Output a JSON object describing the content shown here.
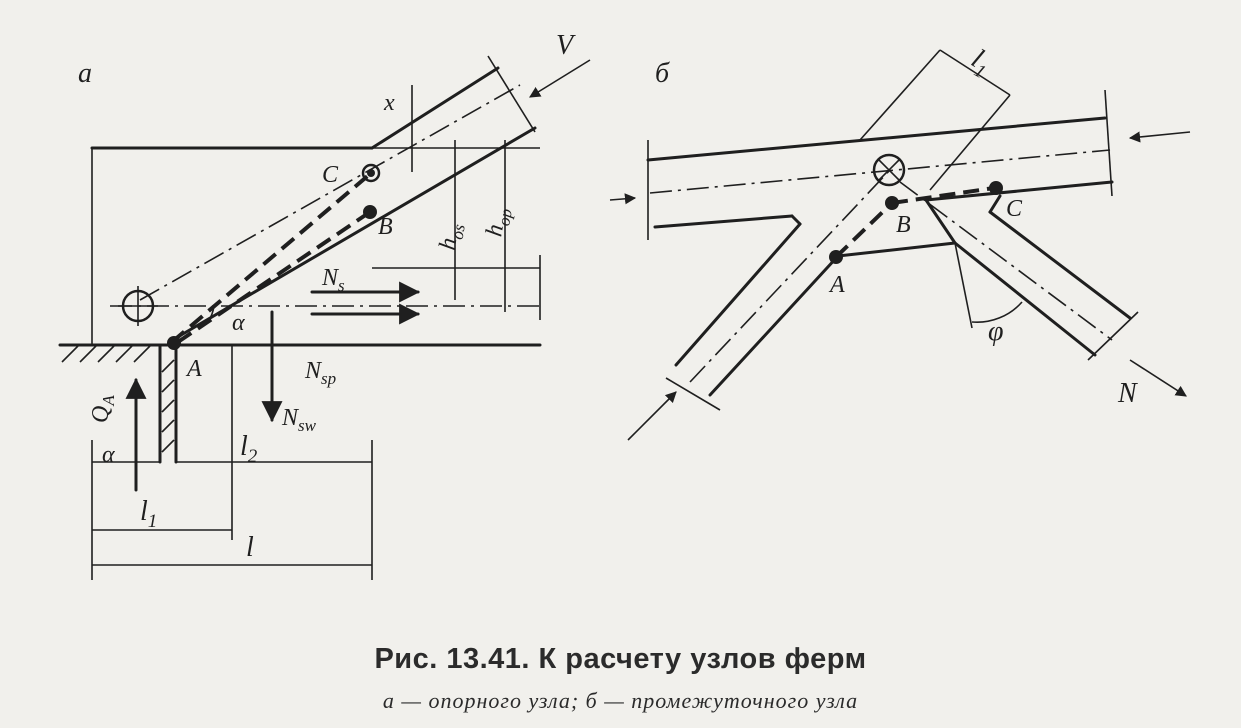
{
  "panel_a": {
    "tag": "а",
    "labels": {
      "V": "V",
      "x": "x",
      "C": "C",
      "B": "B",
      "A": "A",
      "h_os": "h",
      "h_os_sub": "os",
      "h_op": "h",
      "h_op_sub": "op",
      "Ns": "N",
      "Ns_sub": "s",
      "Nsp": "N",
      "Nsp_sub": "sp",
      "Nsw": "N",
      "Nsw_sub": "sw",
      "alpha_angle": "α",
      "alpha_bottom": "α",
      "QA": "Q",
      "QA_sub": "A",
      "l1": "l",
      "l1_sub": "1",
      "l2": "l",
      "l2_sub": "2",
      "l": "l"
    }
  },
  "panel_b": {
    "tag": "б",
    "labels": {
      "l1": "l",
      "l1_sub": "1",
      "B": "B",
      "C": "C",
      "A": "A",
      "phi": "φ",
      "N": "N"
    }
  },
  "caption": {
    "title": "Рис. 13.41. К расчету узлов ферм",
    "subtitle": "а — опорного узла; б — промежуточного узла"
  }
}
